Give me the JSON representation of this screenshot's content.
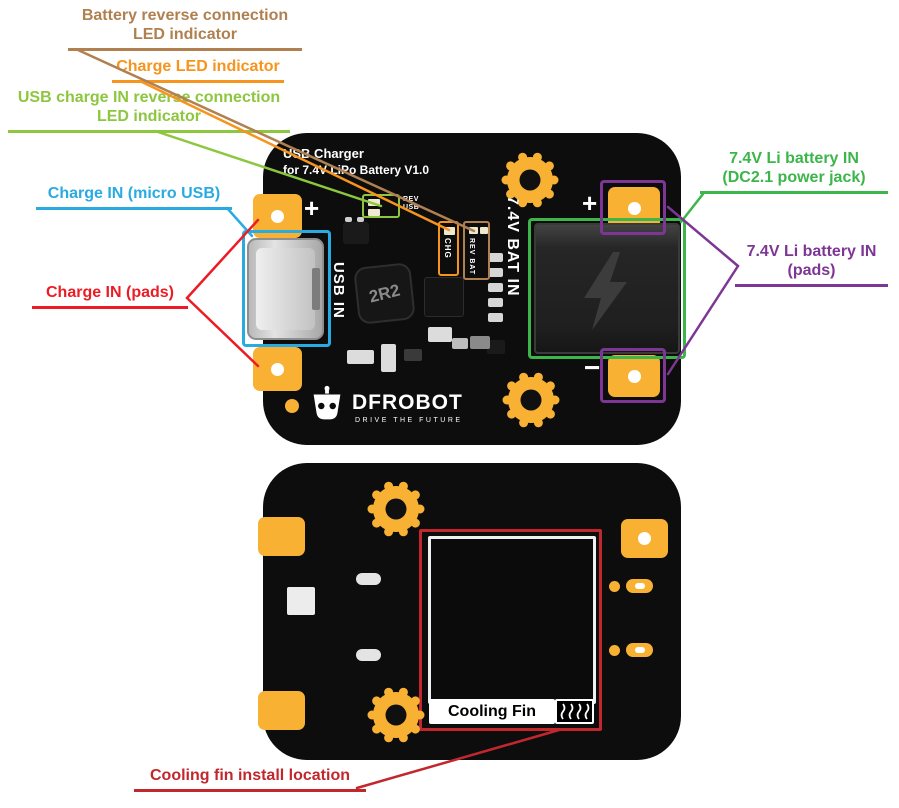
{
  "annotations": {
    "battery_reverse_led": {
      "line1": "Battery reverse connection",
      "line2": "LED indicator",
      "color": "#b08050"
    },
    "charge_led": {
      "line1": "Charge LED indicator",
      "color": "#f7941d"
    },
    "usb_reverse_led": {
      "line1": "USB charge IN reverse connection",
      "line2": "LED indicator",
      "color": "#8dc63f"
    },
    "charge_in_usb": {
      "line1": "Charge IN  (micro USB)",
      "color": "#29abe2"
    },
    "charge_in_pads": {
      "line1": "Charge IN (pads)",
      "color": "#ed1c24"
    },
    "battery_in_jack": {
      "line1": "7.4V Li battery IN",
      "line2": "(DC2.1 power jack)",
      "color": "#3cb54a"
    },
    "battery_in_pads": {
      "line1": "7.4V Li battery IN",
      "line2": "(pads)",
      "color": "#7d3694"
    },
    "cooling_fin": {
      "line1": "Cooling fin install location",
      "color": "#c1272d"
    }
  },
  "board_front": {
    "title_line1": "USB Charger",
    "title_line2": "for 7.4V LiPo Battery V1.0",
    "usb_in_label": "USB IN",
    "inductor_label": "2R2",
    "bat_in_label": "7.4V BAT IN",
    "led_rev_usb_line1": "REV",
    "led_rev_usb_line2": "USB",
    "led_chg": "CHG",
    "led_rev_bat": "REV BAT",
    "pad_plus": "+",
    "pad_minus": "−",
    "logo_text": "DFROBOT",
    "logo_tagline": "DRIVE THE FUTURE"
  },
  "board_back": {
    "cooling_fin_label": "Cooling Fin"
  },
  "colors": {
    "board": "#0d0d0e",
    "pad_orange": "#f8b133",
    "highlight_blue": "#29abe2",
    "highlight_green": "#3cb54a",
    "highlight_purple": "#7d3694",
    "highlight_red": "#c1272d",
    "led_box_orange": "#f7941d",
    "led_box_tan": "#b08050",
    "led_box_green": "#8dc63f"
  }
}
